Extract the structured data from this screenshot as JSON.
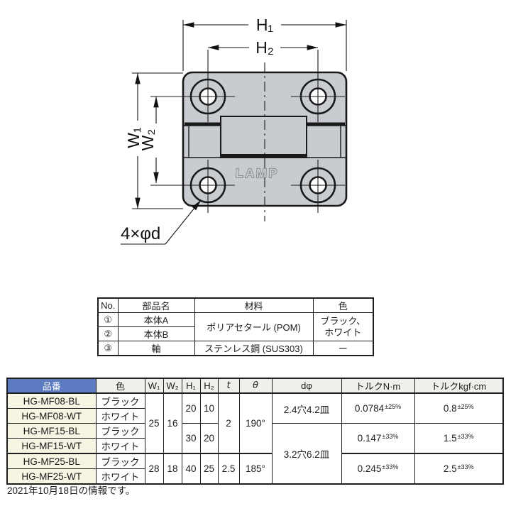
{
  "diagram": {
    "labels": {
      "h1": "H₁",
      "h2": "H₂",
      "w1": "W₁",
      "w2": "W₂",
      "holes_note": "4×φd",
      "logo": "LAMP"
    },
    "colors": {
      "body_fill": "#c8ccd0",
      "line": "#1a1a1a",
      "logo_outline": "#70777c"
    }
  },
  "parts_table": {
    "headers": {
      "no": "No.",
      "name": "部品名",
      "material": "材料",
      "color": "色"
    },
    "rows": [
      {
        "no": "①",
        "name": "本体A"
      },
      {
        "no": "②",
        "name": "本体B"
      },
      {
        "no": "③",
        "name": "軸"
      }
    ],
    "material_pom": "ポリアセタール (POM)",
    "material_sus": "ステンレス鋼 (SUS303)",
    "color_pom_line1": "ブラック、",
    "color_pom_line2": "ホワイト",
    "color_sus": "ー"
  },
  "spec_table": {
    "headers": {
      "part_no": "品番",
      "color": "色",
      "w1": "W₁",
      "w2": "W₂",
      "h1": "H₁",
      "h2": "H₂",
      "t": "t",
      "theta": "θ",
      "d": "dφ",
      "torque_nm": "トルクN·m",
      "torque_kgf": "トルクkgf·cm"
    },
    "rows": [
      {
        "part_no": "HG-MF08-BL",
        "color": "ブラック"
      },
      {
        "part_no": "HG-MF08-WT",
        "color": "ホワイト"
      },
      {
        "part_no": "HG-MF15-BL",
        "color": "ブラック"
      },
      {
        "part_no": "HG-MF15-WT",
        "color": "ホワイト"
      },
      {
        "part_no": "HG-MF25-BL",
        "color": "ブラック"
      },
      {
        "part_no": "HG-MF25-WT",
        "color": "ホワイト"
      }
    ],
    "merged": {
      "w1_a": "25",
      "w2_a": "16",
      "h1_a": "20",
      "h2_a": "10",
      "t_a": "2",
      "theta_a": "190°",
      "d_a": "2.4穴4.2皿",
      "h1_b": "30",
      "h2_b": "20",
      "d_b": "3.2穴6.2皿",
      "w1_c": "28",
      "w2_c": "18",
      "h1_c": "40",
      "h2_c": "25",
      "t_c": "2.5",
      "theta_c": "185°",
      "nm_a_val": "0.0784",
      "nm_a_tol": "±25%",
      "nm_b_val": "0.147",
      "nm_b_tol": "±33%",
      "nm_c_val": "0.245",
      "nm_c_tol": "±33%",
      "kgf_a_val": "0.8",
      "kgf_a_tol": "±25%",
      "kgf_b_val": "1.5",
      "kgf_b_tol": "±33%",
      "kgf_c_val": "2.5",
      "kgf_c_tol": "±33%"
    },
    "colors": {
      "header_blue": "#5d7bc1",
      "header_gray": "#f0efec",
      "part_no_bg": "#f6f4e3"
    }
  },
  "footer": {
    "note": "2021年10月18日の情報です。"
  }
}
